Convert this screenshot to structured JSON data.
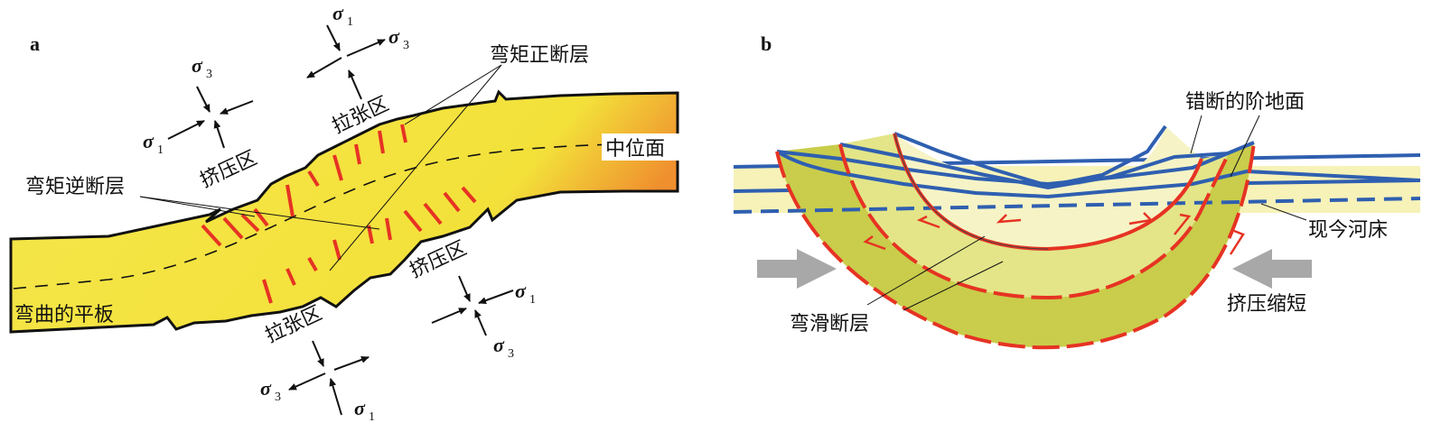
{
  "panel_a": {
    "label": "a",
    "plate_label": "弯曲的平板",
    "neutral_plane": "中位面",
    "normal_fault_label": "弯矩正断层",
    "reverse_fault_label": "弯矩逆断层",
    "extension_zone_top": "拉张区",
    "extension_zone_bottom": "拉张区",
    "compression_zone_left": "挤压区",
    "compression_zone_right": "挤压区",
    "sigma": "σ",
    "sub1": "1",
    "sub3": "3"
  },
  "panel_b": {
    "label": "b",
    "faulted_terrace": "错断的阶地面",
    "present_riverbed": "现今河床",
    "compression_shortening": "挤压缩短",
    "flexural_slip_fault": "弯滑断层"
  },
  "colors": {
    "plate_yellow": "#f2e23a",
    "plate_orange": "#f0a23a",
    "fault_red": "#e63323",
    "terrace_blue": "#2f5fb0",
    "fold_dark": "#c8cc4a",
    "fold_mid": "#e2e486",
    "fold_light": "#f5f3bd",
    "arrow_grey": "#a8a8a8"
  }
}
